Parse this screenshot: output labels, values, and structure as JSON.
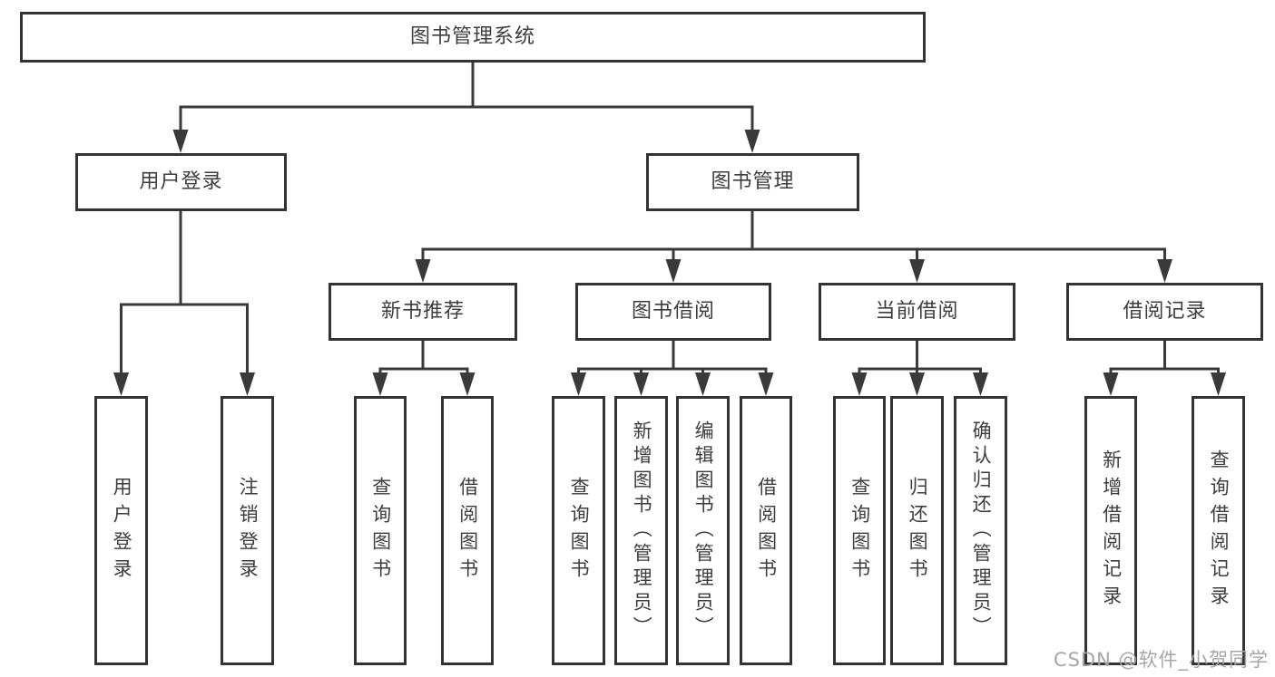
{
  "tree": {
    "label": "图书管理系统",
    "children": [
      {
        "label": "用户登录",
        "children": [
          {
            "label": "用户登录"
          },
          {
            "label": "注销登录"
          }
        ]
      },
      {
        "label": "图书管理",
        "children": [
          {
            "label": "新书推荐",
            "children": [
              {
                "label": "查询图书"
              },
              {
                "label": "借阅图书"
              }
            ]
          },
          {
            "label": "图书借阅",
            "children": [
              {
                "label": "查询图书"
              },
              {
                "label": "新增图书（管理员）"
              },
              {
                "label": "编辑图书（管理员）"
              },
              {
                "label": "借阅图书"
              }
            ]
          },
          {
            "label": "当前借阅",
            "children": [
              {
                "label": "查询图书"
              },
              {
                "label": "归还图书"
              },
              {
                "label": "确认归还（管理员）"
              }
            ]
          },
          {
            "label": "借阅记录",
            "children": [
              {
                "label": "新增借阅记录"
              },
              {
                "label": "查询借阅记录"
              }
            ]
          }
        ]
      }
    ]
  },
  "watermark": {
    "text": "CSDN @软件_小贺同学"
  },
  "colors": {
    "line": "#3a3a3a",
    "box_border": "#333333",
    "text": "#3d3d3d",
    "background": "#ffffff",
    "watermark": "#a6a6a6"
  }
}
